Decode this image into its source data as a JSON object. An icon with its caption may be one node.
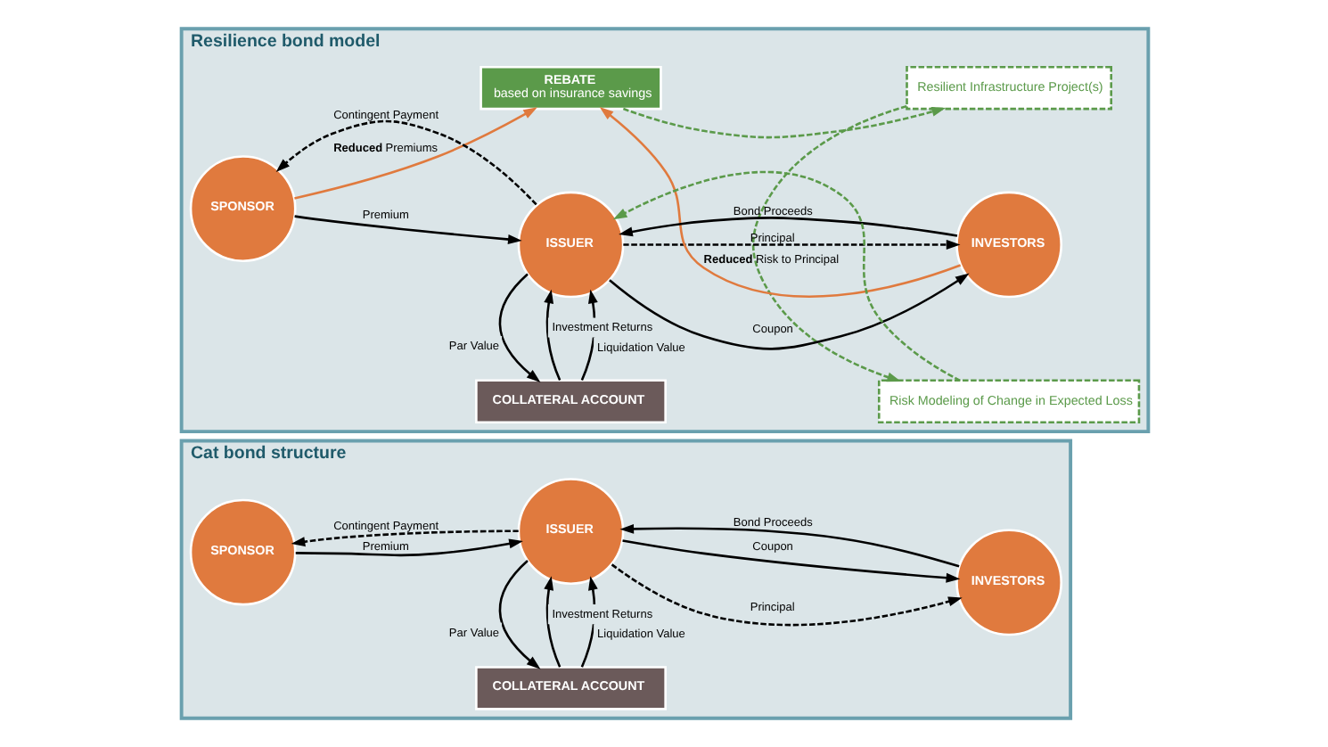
{
  "diagram": {
    "nodes": [
      {
        "text": [
          "Cat bond structure"
        ]
      },
      {
        "text": [
          "SPONSOR"
        ],
        "in": 0
      },
      {
        "text": [
          "ISSUER"
        ],
        "in": 0
      },
      {
        "text": [
          "INVESTORS"
        ],
        "in": 0
      },
      {
        "text": [
          "COLLATERAL ACCOUNT"
        ],
        "in": 0
      },
      {
        "text": [
          "Resilience bond model"
        ]
      },
      {
        "text": [
          "REBATE",
          "based on insurance savings"
        ],
        "in": 5
      },
      {
        "text": [
          "Resilient Infrastructure Project(s)"
        ],
        "in": 5
      },
      {
        "text": [
          "SPONSOR"
        ],
        "in": 5
      },
      {
        "text": [
          "ISSUER"
        ],
        "in": 5
      },
      {
        "text": [
          "INVESTORS"
        ],
        "in": 5
      },
      {
        "text": [
          "COLLATERAL ACCOUNT"
        ],
        "in": 5
      },
      {
        "text": [
          "Risk Modeling of Change in Expected Loss"
        ],
        "in": 5
      }
    ],
    "edges": [
      {
        "from": 1,
        "to": 2,
        "arrow": "to",
        "label": "Premium"
      },
      {
        "from": 2,
        "to": 1,
        "arrow": "to",
        "label": "Contingent Payment",
        "style": "dashed"
      },
      {
        "from": 2,
        "to": 3,
        "arrow": "to",
        "label": "Principal",
        "style": "dashed"
      },
      {
        "from": 2,
        "to": 3,
        "arrow": "to",
        "label": "Coupon"
      },
      {
        "from": 3,
        "to": 2,
        "arrow": "to",
        "label": "Bond Proceeds"
      },
      {
        "from": 4,
        "to": 2,
        "arrow": "to",
        "label": "Liquidation Value"
      },
      {
        "from": 4,
        "to": 2,
        "arrow": "to",
        "label": "Investment Returns"
      },
      {
        "from": 2,
        "to": 4,
        "arrow": "to",
        "label": "Par Value"
      },
      {
        "from": 8,
        "to": 6,
        "arrow": "to",
        "label": "**Reduced** Premiums",
        "color": "#e07a3e"
      },
      {
        "from": 10,
        "to": 6,
        "arrow": "to",
        "label": "**Reduced** Risk to Principal",
        "color": "#e07a3e"
      },
      {
        "from": 6,
        "to": 7,
        "arrow": "to",
        "style": "dashed",
        "color": "#5b9a4a"
      },
      {
        "from": 7,
        "to": 12,
        "arrow": "to",
        "style": "dashed",
        "color": "#5b9a4a"
      },
      {
        "from": 12,
        "to": 9,
        "arrow": "to",
        "style": "dashed",
        "color": "#5b9a4a"
      },
      {
        "from": 8,
        "to": 9,
        "arrow": "to",
        "label": "Premium"
      },
      {
        "from": 9,
        "to": 8,
        "arrow": "to",
        "label": "Contingent Payment",
        "style": "dashed"
      },
      {
        "from": 9,
        "to": 10,
        "arrow": "to",
        "label": "Principal",
        "style": "dashed"
      },
      {
        "from": 9,
        "to": 10,
        "arrow": "to",
        "label": "Coupon"
      },
      {
        "from": 10,
        "to": 9,
        "arrow": "to",
        "label": "Bond Proceeds"
      },
      {
        "from": 11,
        "to": 9,
        "arrow": "to",
        "label": "Liquidation Value"
      },
      {
        "from": 11,
        "to": 9,
        "arrow": "to",
        "label": "Investment Returns"
      },
      {
        "from": 9,
        "to": 11,
        "arrow": "to",
        "label": "Par Value"
      }
    ]
  }
}
